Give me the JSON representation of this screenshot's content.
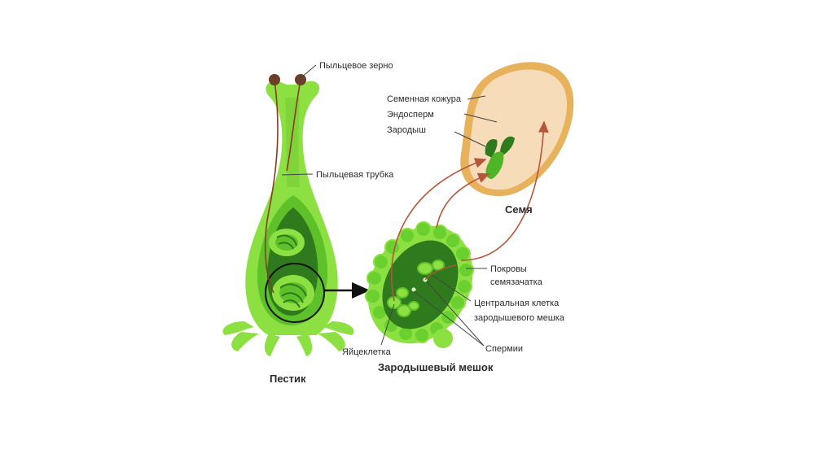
{
  "labels": {
    "pollen_grain": "Пыльцевое зерно",
    "pollen_tube": "Пыльцевая трубка",
    "seed_coat": "Семенная кожура",
    "endosperm": "Эндосперм",
    "embryo": "Зародыш",
    "ovule_integument_line1": "Покровы",
    "ovule_integument_line2": "семязачатка",
    "central_cell_line1": "Центральная клетка",
    "central_cell_line2": "зародышевого мешка",
    "sperm": "Спермии",
    "egg_cell": "Яйцеклетка"
  },
  "titles": {
    "pistil": "Пестик",
    "embryo_sac": "Зародышевый мешок",
    "seed": "Семя"
  },
  "colors": {
    "light_green": "#8de042",
    "mid_green": "#5fc12a",
    "dark_green": "#2f7a1c",
    "seed_coat": "#e8b15c",
    "seed_fill": "#f6dcb8",
    "arrow": "#b5563b",
    "pollen": "#6b3f2a"
  }
}
